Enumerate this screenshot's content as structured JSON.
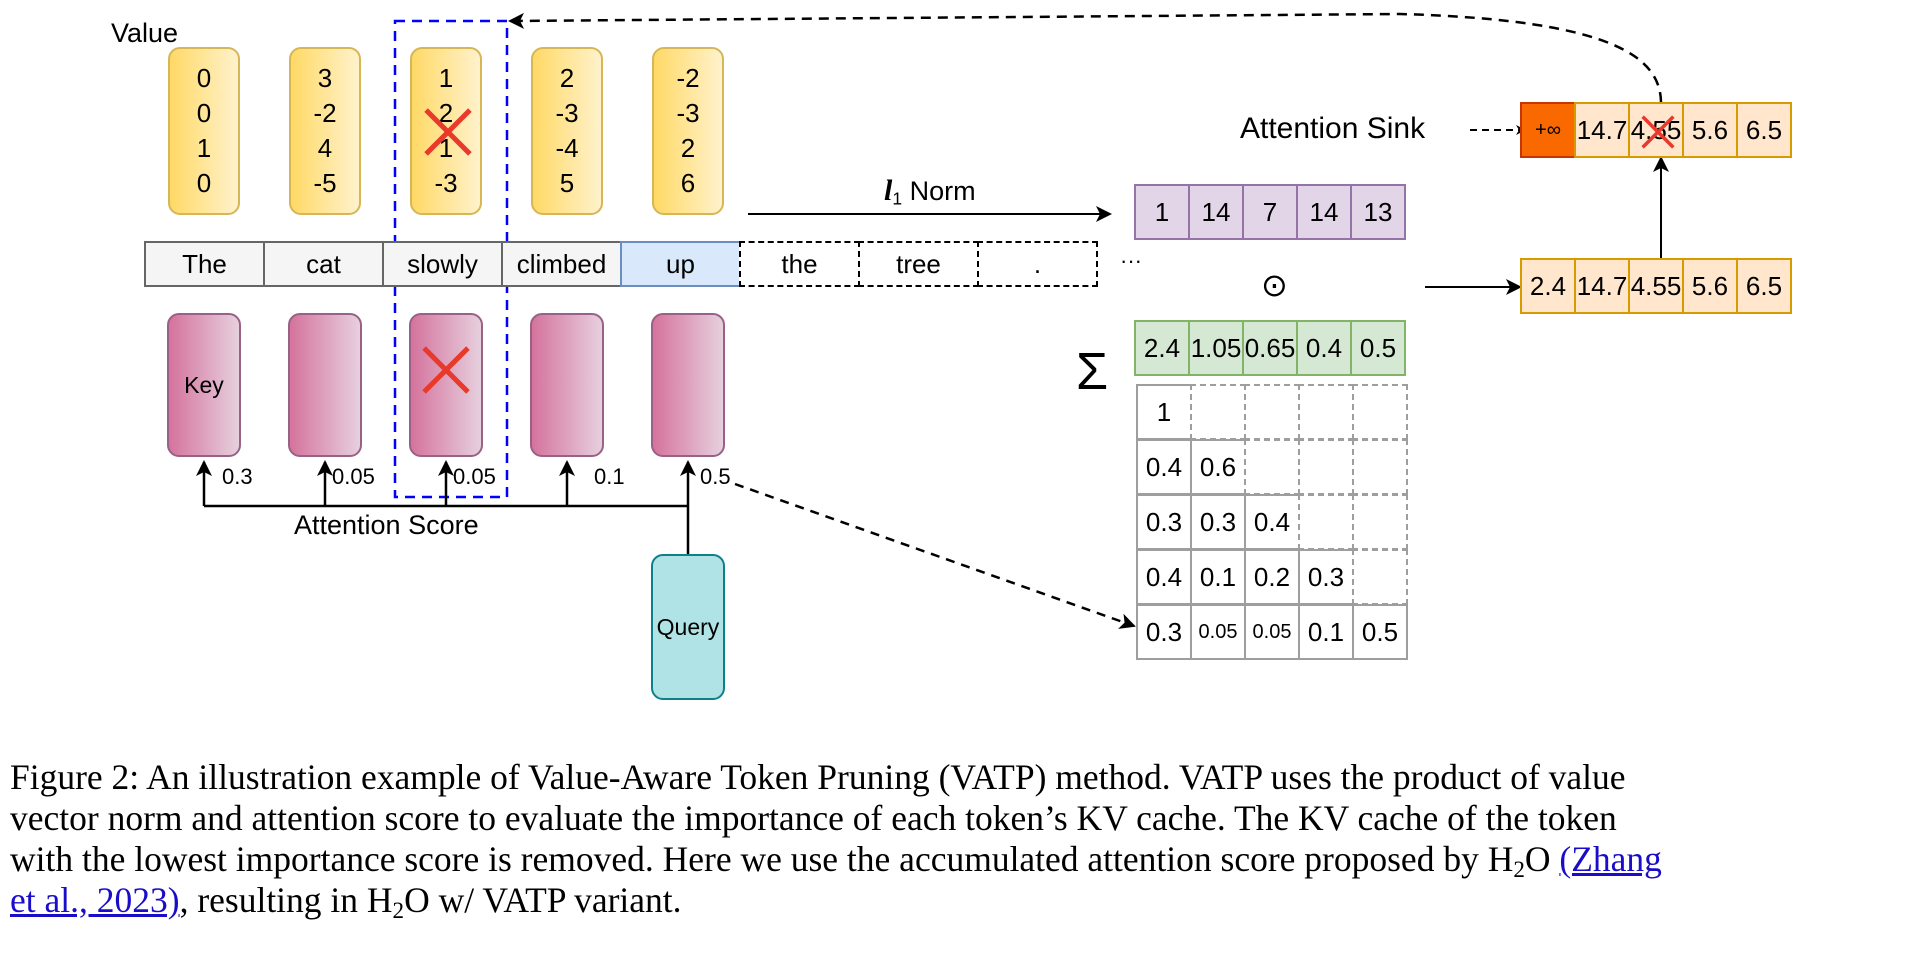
{
  "figure": {
    "value_label": "Value",
    "value_vectors": [
      {
        "token": "The",
        "values": [
          "0",
          "0",
          "1",
          "0"
        ],
        "pruned": false
      },
      {
        "token": "cat",
        "values": [
          "3",
          "-2",
          "4",
          "-5"
        ],
        "pruned": false
      },
      {
        "token": "slowly",
        "values": [
          "1",
          "2",
          "1",
          "-3"
        ],
        "pruned": true
      },
      {
        "token": "climbed",
        "values": [
          "2",
          "-3",
          "-4",
          "5"
        ],
        "pruned": false
      },
      {
        "token": "up",
        "values": [
          "-2",
          "-3",
          "2",
          "6"
        ],
        "pruned": false
      }
    ],
    "tokens": [
      {
        "text": "The",
        "state": "past"
      },
      {
        "text": "cat",
        "state": "past"
      },
      {
        "text": "slowly",
        "state": "past"
      },
      {
        "text": "climbed",
        "state": "past"
      },
      {
        "text": "up",
        "state": "current"
      },
      {
        "text": "the",
        "state": "future"
      },
      {
        "text": "tree",
        "state": "future"
      },
      {
        "text": ".",
        "state": "future"
      }
    ],
    "ellipsis": "···",
    "key_label": "Key",
    "query_label": "Query",
    "attention_scores": [
      "0.3",
      "0.05",
      "0.05",
      "0.1",
      "0.5"
    ],
    "attention_score_label": "Attention Score",
    "norm_label": "l",
    "norm_label_sub": "1",
    "norm_label_suffix": " Norm",
    "value_norms": [
      "1",
      "14",
      "7",
      "14",
      "13"
    ],
    "hadamard_symbol": "⊙",
    "sum_symbol": "Σ",
    "accumulated_scores": [
      "2.4",
      "1.05",
      "0.65",
      "0.4",
      "0.5"
    ],
    "attention_matrix": [
      [
        "1",
        "",
        "",
        "",
        ""
      ],
      [
        "0.4",
        "0.6",
        "",
        "",
        ""
      ],
      [
        "0.3",
        "0.3",
        "0.4",
        "",
        ""
      ],
      [
        "0.4",
        "0.1",
        "0.2",
        "0.3",
        ""
      ],
      [
        "0.3",
        "0.05",
        "0.05",
        "0.1",
        "0.5"
      ]
    ],
    "importance_scores": [
      "2.4",
      "14.7",
      "4.55",
      "5.6",
      "6.5"
    ],
    "attention_sink_label": "Attention Sink",
    "sink_row": [
      "+∞",
      "14.7",
      "4.55",
      "5.6",
      "6.5"
    ],
    "pruned_index": 2,
    "colors": {
      "pruned_box": "#0000ff",
      "cross": "#e8392a",
      "sink": "#fa6800"
    }
  },
  "caption": {
    "line1": "Figure 2: An illustration example of Value-Aware Token Pruning (VATP) method. VATP uses the product of value",
    "line2": "vector norm and attention score to evaluate the importance of each token’s KV cache. The KV cache of the token",
    "line3_pre": "with the lowest importance score is removed. Here we use the accumulated attention score proposed by H",
    "line3_sub": "2",
    "line3_post": "O ",
    "link_part1": "(Zhang",
    "link_part2": "et al., 2023)",
    "line4_pre": ", resulting in H",
    "line4_sub": "2",
    "line4_post": "O w/ VATP variant."
  }
}
